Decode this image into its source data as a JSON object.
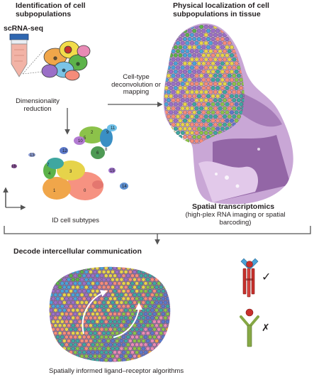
{
  "labels": {
    "identification_title": "Identification of cell subpopulations",
    "scrna_seq": "scRNA-seq",
    "dimensionality_reduction": "Dimensionality reduction",
    "deconvolution": "Cell-type deconvolution or mapping",
    "physical_localization_title": "Physical localization of cell subpopulations in tissue",
    "id_cell_subtypes": "ID cell subtypes",
    "spatial_transcriptomics": "Spatial transcriptomics",
    "spatial_transcriptomics_detail": "(high-plex RNA imaging or spatial barcoding)",
    "decode_title": "Decode intercellular communication",
    "algorithms": "Spatially informed ligand–receptor algorithms",
    "check_mark": "✓",
    "cross_mark": "✗"
  },
  "umap_cluster_labels": [
    "0",
    "1",
    "2",
    "3",
    "4",
    "5",
    "6",
    "7",
    "8",
    "9",
    "10",
    "11",
    "12",
    "13",
    "14",
    "15",
    "16"
  ],
  "colors": {
    "text": "#231f20",
    "arrow": "#555555",
    "tube_fill": "#f2b3a6",
    "tube_cap": "#2f67b1",
    "tissue_purple": "#8a5a9e",
    "receptor_red": "#c8302c",
    "receptor_green": "#86a845",
    "receptor_blue": "#4aa3d8"
  }
}
